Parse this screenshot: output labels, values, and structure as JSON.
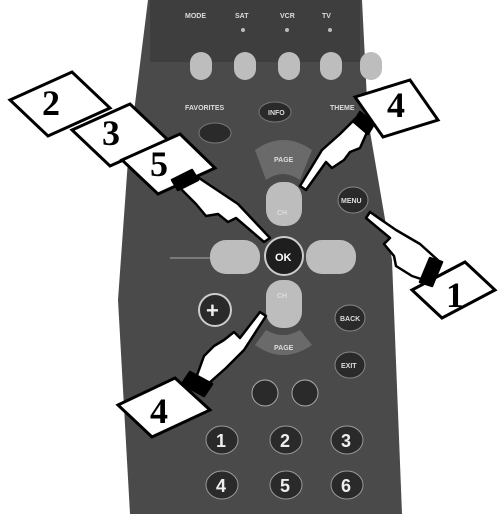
{
  "remote": {
    "mode_labels": [
      "MODE",
      "SAT",
      "VCR",
      "TV"
    ],
    "favorites_label": "FAVORITES",
    "info_label": "INFO",
    "theme_label": "THEME",
    "page_label": "PAGE",
    "ch_up_label": "CH",
    "ch_down_label": "CH",
    "menu_label": "MENU",
    "ok_label": "OK",
    "back_label": "BACK",
    "exit_label": "EXIT",
    "page_down_label": "PAGE",
    "number_keys": [
      "1",
      "2",
      "3",
      "4",
      "5",
      "6"
    ]
  },
  "callouts": {
    "step_2": "2",
    "step_3": "3",
    "step_5": "5",
    "step_4_top": "4",
    "step_1": "1",
    "step_4_bottom": "4"
  },
  "colors": {
    "remote_body": "#4a4a4a",
    "button_light": "#c9c9c9",
    "button_dark": "#2a2a2a",
    "card_fill": "#ffffff",
    "card_shadow": "#000000"
  }
}
